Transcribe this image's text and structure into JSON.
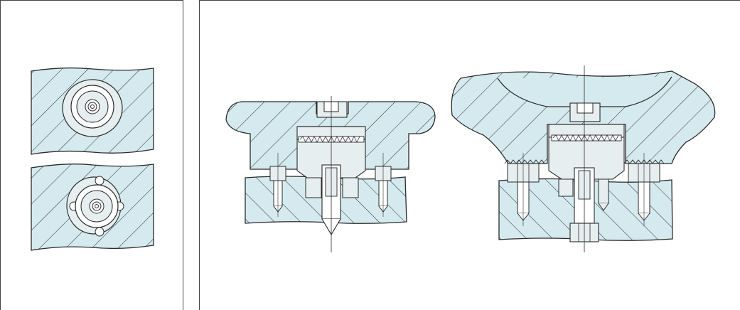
{
  "colors": {
    "fill": "#d4eaef",
    "stroke": "#2a2a2a",
    "metal": "#e6eef0",
    "background": "#ffffff"
  },
  "diagram": {
    "panels": [
      {
        "id": "left",
        "content": [
          "top-view-round-clamp",
          "top-view-clamp-with-lugs"
        ]
      },
      {
        "id": "right",
        "content": [
          "section-clamp-flat-workpiece",
          "section-clamp-contoured-workpiece"
        ]
      }
    ]
  }
}
